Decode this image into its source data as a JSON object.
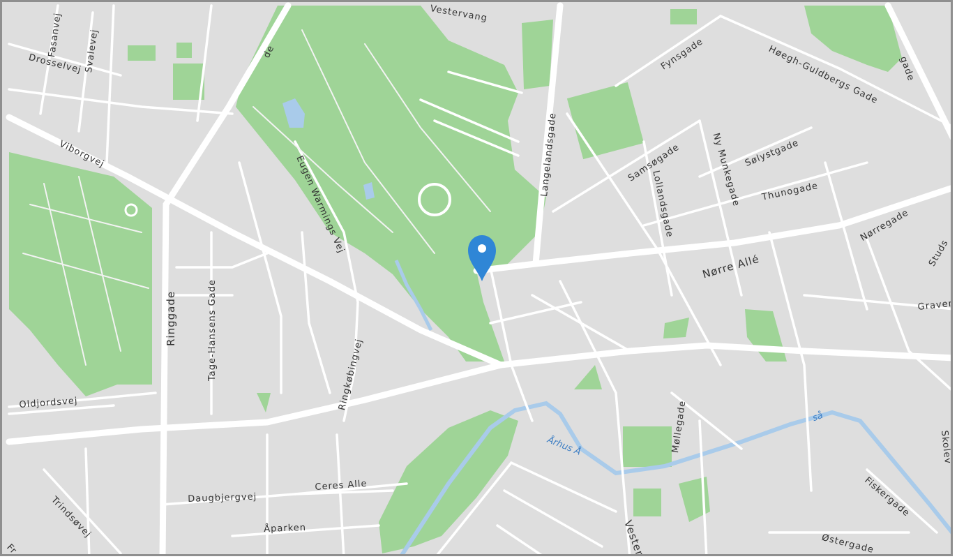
{
  "map": {
    "colors": {
      "background": "#dedede",
      "park": "#9fd497",
      "road": "#ffffff",
      "water": "#a9cbea",
      "label": "#333333",
      "marker": "#2f86d6"
    },
    "marker_icon": "map-pin-icon",
    "streets": [
      "Vestervang",
      "Fasanvej",
      "Svalevej",
      "Drosselvej",
      "Viborgvej",
      "Langelandsgade",
      "Fynsgade",
      "Høegh-Guldbergs Gade",
      "Samsøgade",
      "Ny Munkegade",
      "Sølystgade",
      "Thunogade",
      "Lollandsgade",
      "Eugen Warmings Vej",
      "Nørregade",
      "Nørre Allé",
      "Ringgade",
      "Tage-Hansens Gade",
      "Ringkøbingvej",
      "Oldjordsvej",
      "Graven",
      "Møllegade",
      "Daugbjergvej",
      "Ceres Alle",
      "Åparken",
      "Trindsøvej",
      "Fiskergade",
      "Østergade",
      "Vester",
      "Studs",
      "Skolev",
      "Fr",
      "de",
      "gade"
    ],
    "waterways": [
      "Århus Å",
      "så"
    ]
  }
}
